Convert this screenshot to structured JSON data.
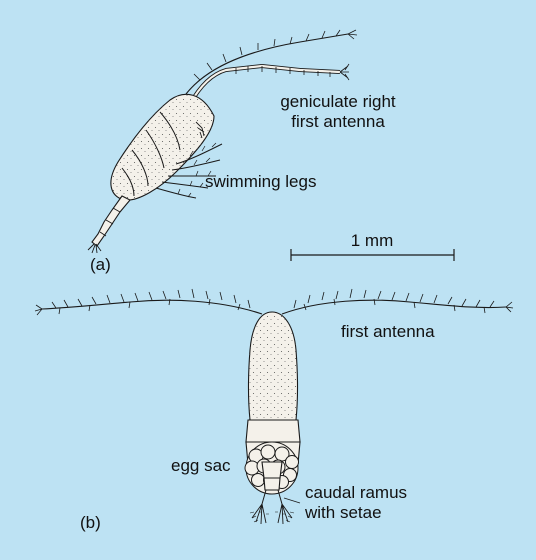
{
  "figure": {
    "background_color": "#bde2f3",
    "line_color": "#1a1a1a",
    "body_fill": "#f4f1ea",
    "panel_a": {
      "tag": "(a)",
      "labels": {
        "antenna_line1": "geniculate right",
        "antenna_line2": "first antenna",
        "legs": "swimming legs"
      }
    },
    "scale_bar": {
      "label": "1 mm"
    },
    "panel_b": {
      "tag": "(b)",
      "labels": {
        "first_antenna": "first antenna",
        "egg_sac": "egg sac",
        "caudal_line1": "caudal ramus",
        "caudal_line2": "with setae"
      }
    }
  }
}
